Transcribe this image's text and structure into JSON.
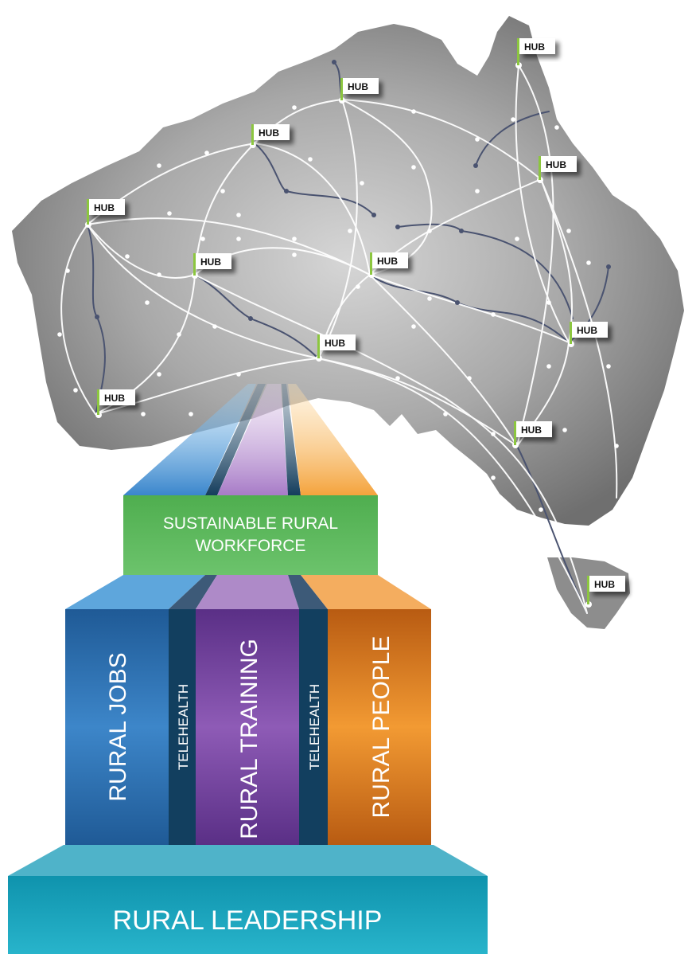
{
  "hub_label": "HUB",
  "hubs": [
    {
      "id": "cape-york"
    },
    {
      "id": "top-end"
    },
    {
      "id": "kimberley"
    },
    {
      "id": "north-qld"
    },
    {
      "id": "pilbara"
    },
    {
      "id": "central-wa"
    },
    {
      "id": "central"
    },
    {
      "id": "south-qld"
    },
    {
      "id": "south-australia"
    },
    {
      "id": "south-west-wa"
    },
    {
      "id": "victoria"
    },
    {
      "id": "tasmania"
    }
  ],
  "workforce": {
    "line1": "SUSTAINABLE RURAL",
    "line2": "WORKFORCE"
  },
  "pillars": {
    "jobs": "RURAL JOBS",
    "telehealth_left": "TELEHEALTH",
    "training": "RURAL TRAINING",
    "telehealth_right": "TELEHEALTH",
    "people": "RURAL PEOPLE"
  },
  "leadership": "RURAL LEADERSHIP",
  "colors": {
    "map": "#9a9a9a",
    "network_line": "#ffffff",
    "dark_line": "#4a5370",
    "flag": "#8cc63f",
    "workforce": "#5cb85c",
    "jobs": "#2f6fb0",
    "telehealth": "#123f5f",
    "training": "#7a4aa3",
    "people": "#e07b1a",
    "leadership": "#1aa3bb"
  }
}
